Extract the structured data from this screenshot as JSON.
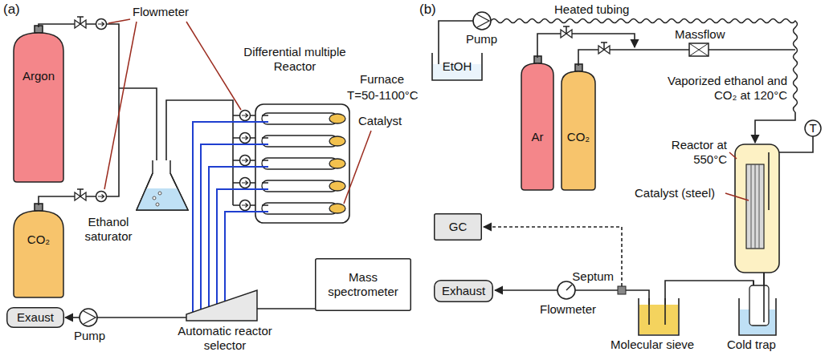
{
  "diagram": {
    "nodes": [
      {
        "text": [
          "Argon"
        ]
      },
      {
        "text": [
          "CO₂"
        ]
      },
      {
        "text": [
          "Exaust"
        ]
      },
      {
        "text": [
          "Mass spectrometer"
        ]
      },
      {
        "text": [
          "Ar"
        ]
      },
      {
        "text": [
          "CO₂"
        ]
      },
      {
        "text": [
          "GC"
        ]
      },
      {
        "text": [
          "Exhaust"
        ]
      }
    ],
    "labels": [
      "(a)",
      "Flowmeter",
      "Differential multiple Reactor",
      "Furnace",
      "T=50-1100°C",
      "Catalyst",
      "Ethanol saturator",
      "Pump",
      "Automatic reactor selector",
      "(b)",
      "Heated tubing",
      "Pump",
      "EtOH",
      "Massflow",
      "Vaporized ethanol and CO₂ at 120°C",
      "T",
      "Reactor at 550°C",
      "Catalyst (steel)",
      "Cold trap",
      "Molecular sieve",
      "Septum",
      "Flowmeter"
    ]
  }
}
